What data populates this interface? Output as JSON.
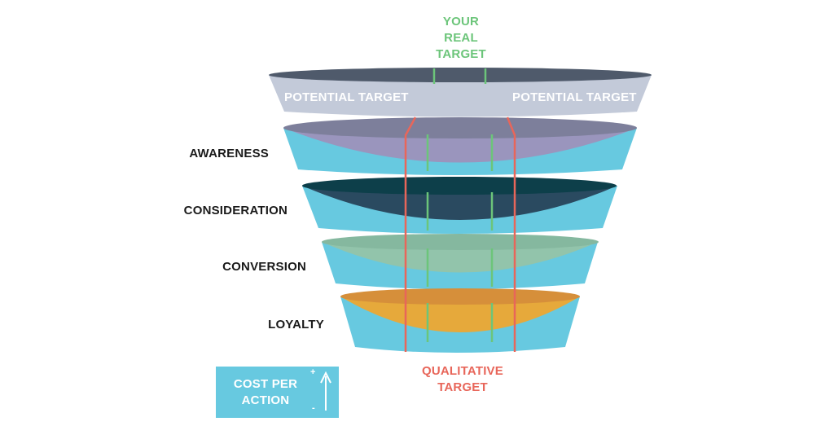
{
  "top_label": {
    "line1": "YOUR",
    "line2": "REAL",
    "line3": "TARGET"
  },
  "potential_target": {
    "left": "POTENTIAL TARGET",
    "right": "POTENTIAL TARGET"
  },
  "stages": [
    {
      "label": "AWARENESS"
    },
    {
      "label": "CONSIDERATION"
    },
    {
      "label": "CONVERSION"
    },
    {
      "label": "LOYALTY"
    }
  ],
  "bottom_label": {
    "line1": "QUALITATIVE",
    "line2": "TARGET"
  },
  "cost_box": {
    "line1": "COST PER",
    "line2": "ACTION",
    "plus": "+",
    "minus": "-"
  },
  "colors": {
    "funnel_blue": "#67c9e0",
    "potential_band": "#c3cad9",
    "potential_rim": "#4f5a6b",
    "awareness": "#9a95bd",
    "consideration": "#2a4a60",
    "conversion": "#92c4ab",
    "loyalty": "#e6a93b",
    "real_target_green": "#6cc57a",
    "qualitative_red": "#e8665a"
  }
}
